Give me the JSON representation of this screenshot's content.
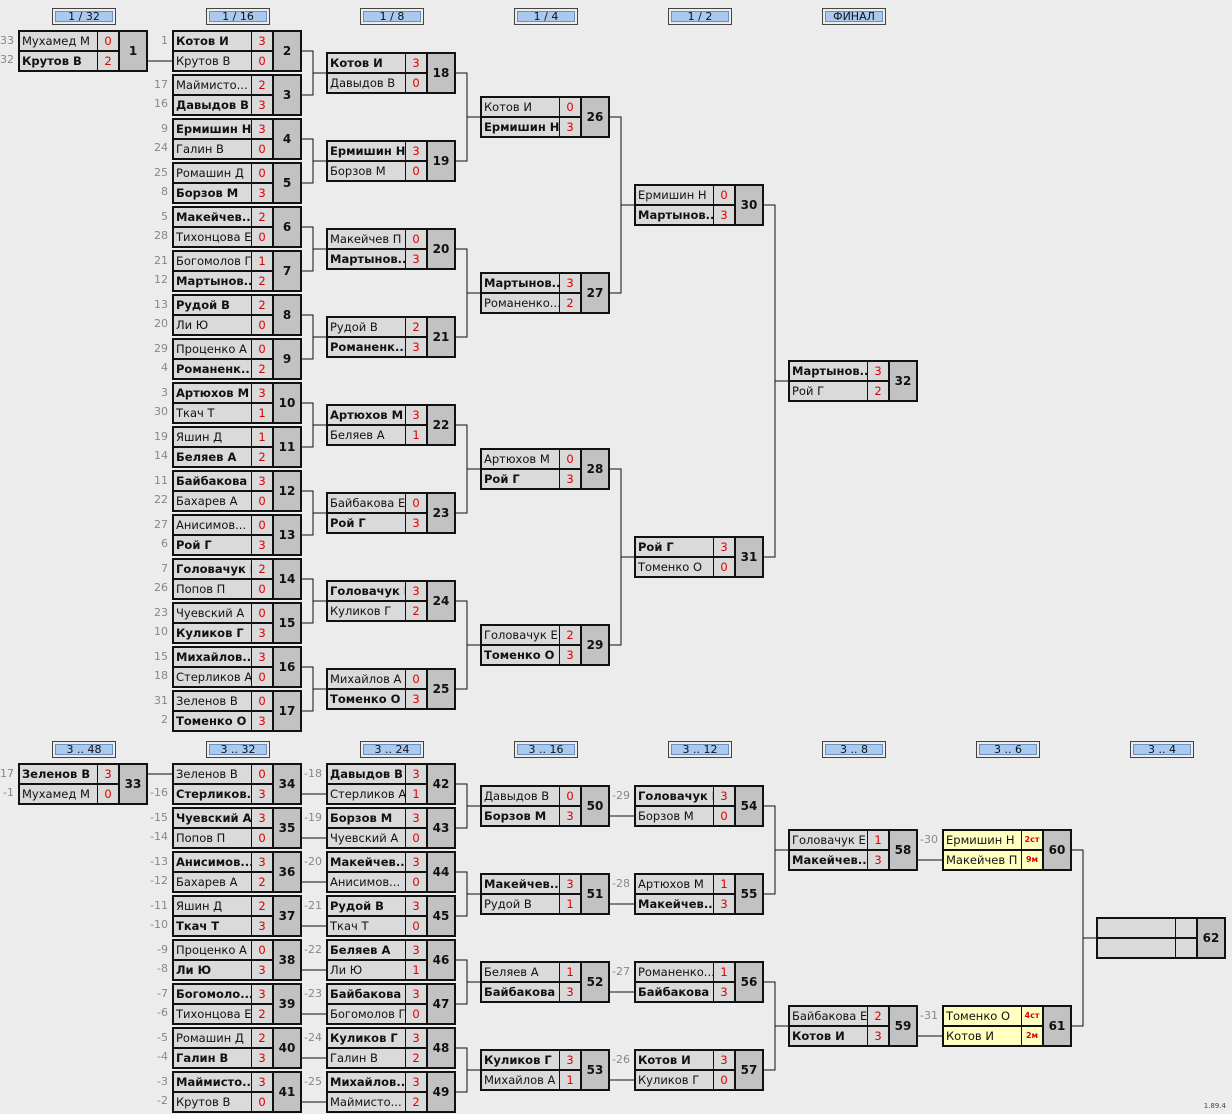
{
  "headers_top": [
    "1 / 32",
    "1 / 16",
    "1 / 8",
    "1 / 4",
    "1 / 2",
    "ФИНАЛ"
  ],
  "headers_bottom": [
    "3 .. 48",
    "3 .. 32",
    "3 .. 24",
    "3 .. 16",
    "3 .. 12",
    "3 .. 8",
    "3 .. 6",
    "3 .. 4"
  ],
  "version": "1.89.4",
  "matches": {
    "1": [
      [
        "Мухамед М",
        "0",
        0,
        "33"
      ],
      [
        "Крутов В",
        "2",
        1,
        "32"
      ]
    ],
    "2": [
      [
        "Котов И",
        "3",
        1,
        "1"
      ],
      [
        "Крутов В",
        "0",
        0,
        ""
      ]
    ],
    "3": [
      [
        "Маймисто...",
        "2",
        0,
        "17"
      ],
      [
        "Давыдов В",
        "3",
        1,
        "16"
      ]
    ],
    "4": [
      [
        "Ермишин Н",
        "3",
        1,
        "9"
      ],
      [
        "Галин В",
        "0",
        0,
        "24"
      ]
    ],
    "5": [
      [
        "Ромашин Д",
        "0",
        0,
        "25"
      ],
      [
        "Борзов М",
        "3",
        1,
        "8"
      ]
    ],
    "6": [
      [
        "Макейчев...",
        "2",
        1,
        "5"
      ],
      [
        "Тихонцова Е",
        "0",
        0,
        "28"
      ]
    ],
    "7": [
      [
        "Богомолов Г",
        "1",
        0,
        "21"
      ],
      [
        "Мартынов...",
        "2",
        1,
        "12"
      ]
    ],
    "8": [
      [
        "Рудой В",
        "2",
        1,
        "13"
      ],
      [
        "Ли Ю",
        "0",
        0,
        "20"
      ]
    ],
    "9": [
      [
        "Проценко А",
        "0",
        0,
        "29"
      ],
      [
        "Романенк...",
        "2",
        1,
        "4"
      ]
    ],
    "10": [
      [
        "Артюхов М",
        "3",
        1,
        "3"
      ],
      [
        "Ткач Т",
        "1",
        0,
        "30"
      ]
    ],
    "11": [
      [
        "Яшин Д",
        "1",
        0,
        "19"
      ],
      [
        "Беляев А",
        "2",
        1,
        "14"
      ]
    ],
    "12": [
      [
        "Байбакова Е",
        "3",
        1,
        "11"
      ],
      [
        "Бахарев А",
        "0",
        0,
        "22"
      ]
    ],
    "13": [
      [
        "Анисимов...",
        "0",
        0,
        "27"
      ],
      [
        "Рой Г",
        "3",
        1,
        "6"
      ]
    ],
    "14": [
      [
        "Головачук Е",
        "2",
        1,
        "7"
      ],
      [
        "Попов П",
        "0",
        0,
        "26"
      ]
    ],
    "15": [
      [
        "Чуевский А",
        "0",
        0,
        "23"
      ],
      [
        "Куликов Г",
        "3",
        1,
        "10"
      ]
    ],
    "16": [
      [
        "Михайлов...",
        "3",
        1,
        "15"
      ],
      [
        "Стерликов А",
        "0",
        0,
        "18"
      ]
    ],
    "17": [
      [
        "Зеленов В",
        "0",
        0,
        "31"
      ],
      [
        "Томенко О",
        "3",
        1,
        "2"
      ]
    ],
    "18": [
      [
        "Котов И",
        "3",
        1,
        ""
      ],
      [
        "Давыдов В",
        "0",
        0,
        ""
      ]
    ],
    "19": [
      [
        "Ермишин Н",
        "3",
        1,
        ""
      ],
      [
        "Борзов М",
        "0",
        0,
        ""
      ]
    ],
    "20": [
      [
        "Макейчев П",
        "0",
        0,
        ""
      ],
      [
        "Мартынов...",
        "3",
        1,
        ""
      ]
    ],
    "21": [
      [
        "Рудой В",
        "2",
        0,
        ""
      ],
      [
        "Романенк...",
        "3",
        1,
        ""
      ]
    ],
    "22": [
      [
        "Артюхов М",
        "3",
        1,
        ""
      ],
      [
        "Беляев А",
        "1",
        0,
        ""
      ]
    ],
    "23": [
      [
        "Байбакова Е",
        "0",
        0,
        ""
      ],
      [
        "Рой Г",
        "3",
        1,
        ""
      ]
    ],
    "24": [
      [
        "Головачук Е",
        "3",
        1,
        ""
      ],
      [
        "Куликов Г",
        "2",
        0,
        ""
      ]
    ],
    "25": [
      [
        "Михайлов А",
        "0",
        0,
        ""
      ],
      [
        "Томенко О",
        "3",
        1,
        ""
      ]
    ],
    "26": [
      [
        "Котов И",
        "0",
        0,
        ""
      ],
      [
        "Ермишин Н",
        "3",
        1,
        ""
      ]
    ],
    "27": [
      [
        "Мартынов...",
        "3",
        1,
        ""
      ],
      [
        "Романенко...",
        "2",
        0,
        ""
      ]
    ],
    "28": [
      [
        "Артюхов М",
        "0",
        0,
        ""
      ],
      [
        "Рой Г",
        "3",
        1,
        ""
      ]
    ],
    "29": [
      [
        "Головачук Е",
        "2",
        0,
        ""
      ],
      [
        "Томенко О",
        "3",
        1,
        ""
      ]
    ],
    "30": [
      [
        "Ермишин Н",
        "0",
        0,
        ""
      ],
      [
        "Мартынов...",
        "3",
        1,
        ""
      ]
    ],
    "31": [
      [
        "Рой Г",
        "3",
        1,
        ""
      ],
      [
        "Томенко О",
        "0",
        0,
        ""
      ]
    ],
    "32": [
      [
        "Мартынов...",
        "3",
        1,
        ""
      ],
      [
        "Рой Г",
        "2",
        0,
        ""
      ]
    ],
    "33": [
      [
        "Зеленов В",
        "3",
        1,
        "-17"
      ],
      [
        "Мухамед М",
        "0",
        0,
        "-1"
      ]
    ],
    "34": [
      [
        "Зеленов В",
        "0",
        0,
        ""
      ],
      [
        "Стерликов...",
        "3",
        1,
        "-16"
      ]
    ],
    "35": [
      [
        "Чуевский А",
        "3",
        1,
        "-15"
      ],
      [
        "Попов П",
        "0",
        0,
        "-14"
      ]
    ],
    "36": [
      [
        "Анисимов...",
        "3",
        1,
        "-13"
      ],
      [
        "Бахарев А",
        "2",
        0,
        "-12"
      ]
    ],
    "37": [
      [
        "Яшин Д",
        "2",
        0,
        "-11"
      ],
      [
        "Ткач Т",
        "3",
        1,
        "-10"
      ]
    ],
    "38": [
      [
        "Проценко А",
        "0",
        0,
        "-9"
      ],
      [
        "Ли Ю",
        "3",
        1,
        "-8"
      ]
    ],
    "39": [
      [
        "Богомоло...",
        "3",
        1,
        "-7"
      ],
      [
        "Тихонцова Е",
        "2",
        0,
        "-6"
      ]
    ],
    "40": [
      [
        "Ромашин Д",
        "2",
        0,
        "-5"
      ],
      [
        "Галин В",
        "3",
        1,
        "-4"
      ]
    ],
    "41": [
      [
        "Маймисто...",
        "3",
        1,
        "-3"
      ],
      [
        "Крутов В",
        "0",
        0,
        "-2"
      ]
    ],
    "42": [
      [
        "Давыдов В",
        "3",
        1,
        "-18"
      ],
      [
        "Стерликов А",
        "1",
        0,
        ""
      ]
    ],
    "43": [
      [
        "Борзов М",
        "3",
        1,
        "-19"
      ],
      [
        "Чуевский А",
        "0",
        0,
        ""
      ]
    ],
    "44": [
      [
        "Макейчев...",
        "3",
        1,
        "-20"
      ],
      [
        "Анисимов...",
        "0",
        0,
        ""
      ]
    ],
    "45": [
      [
        "Рудой В",
        "3",
        1,
        "-21"
      ],
      [
        "Ткач Т",
        "0",
        0,
        ""
      ]
    ],
    "46": [
      [
        "Беляев А",
        "3",
        1,
        "-22"
      ],
      [
        "Ли Ю",
        "1",
        0,
        ""
      ]
    ],
    "47": [
      [
        "Байбакова Е",
        "3",
        1,
        "-23"
      ],
      [
        "Богомолов Г",
        "0",
        0,
        ""
      ]
    ],
    "48": [
      [
        "Куликов Г",
        "3",
        1,
        "-24"
      ],
      [
        "Галин В",
        "2",
        0,
        ""
      ]
    ],
    "49": [
      [
        "Михайлов...",
        "3",
        1,
        "-25"
      ],
      [
        "Маймисто...",
        "2",
        0,
        ""
      ]
    ],
    "50": [
      [
        "Давыдов В",
        "0",
        0,
        ""
      ],
      [
        "Борзов М",
        "3",
        1,
        ""
      ]
    ],
    "51": [
      [
        "Макейчев...",
        "3",
        1,
        ""
      ],
      [
        "Рудой В",
        "1",
        0,
        ""
      ]
    ],
    "52": [
      [
        "Беляев А",
        "1",
        0,
        ""
      ],
      [
        "Байбакова Е",
        "3",
        1,
        ""
      ]
    ],
    "53": [
      [
        "Куликов Г",
        "3",
        1,
        ""
      ],
      [
        "Михайлов А",
        "1",
        0,
        ""
      ]
    ],
    "54": [
      [
        "Головачук Е",
        "3",
        1,
        "-29"
      ],
      [
        "Борзов М",
        "0",
        0,
        ""
      ]
    ],
    "55": [
      [
        "Артюхов М",
        "1",
        0,
        "-28"
      ],
      [
        "Макейчев...",
        "3",
        1,
        ""
      ]
    ],
    "56": [
      [
        "Романенко...",
        "1",
        0,
        "-27"
      ],
      [
        "Байбакова Е",
        "3",
        1,
        ""
      ]
    ],
    "57": [
      [
        "Котов И",
        "3",
        1,
        "-26"
      ],
      [
        "Куликов Г",
        "0",
        0,
        ""
      ]
    ],
    "58": [
      [
        "Головачук Е",
        "1",
        0,
        ""
      ],
      [
        "Макейчев...",
        "3",
        1,
        ""
      ]
    ],
    "59": [
      [
        "Байбакова Е",
        "2",
        0,
        ""
      ],
      [
        "Котов И",
        "3",
        1,
        ""
      ]
    ],
    "60": [
      [
        "Ермишин Н",
        "2ст",
        0,
        "-30"
      ],
      [
        "Макейчев П",
        "9м",
        0,
        ""
      ]
    ],
    "61": [
      [
        "Томенко О",
        "4ст",
        0,
        "-31"
      ],
      [
        "Котов И",
        "2м",
        0,
        ""
      ]
    ],
    "62": [
      [
        "",
        "",
        0,
        ""
      ],
      [
        "",
        "",
        0,
        ""
      ]
    ]
  },
  "highlighted_matches": [
    "60",
    "61"
  ]
}
